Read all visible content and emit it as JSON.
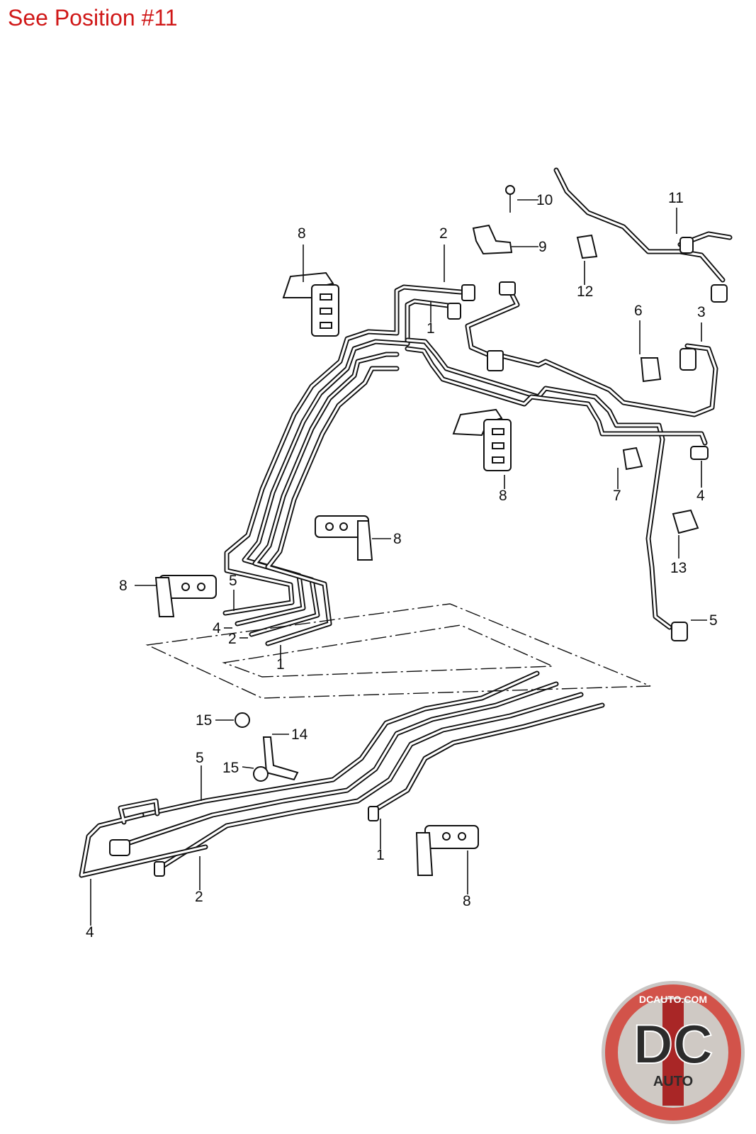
{
  "caption": "See Position #11",
  "callouts": {
    "c1a": "1",
    "c1b": "1",
    "c1c": "1",
    "c2a": "2",
    "c2b": "2",
    "c2c": "2",
    "c3": "3",
    "c4a": "4",
    "c4b": "4",
    "c4c": "4",
    "c5a": "5",
    "c5b": "5",
    "c5c": "5",
    "c6": "6",
    "c7": "7",
    "c8a": "8",
    "c8b": "8",
    "c8c": "8",
    "c8d": "8",
    "c8e": "8",
    "c9": "9",
    "c10": "10",
    "c11": "11",
    "c12": "12",
    "c13": "13",
    "c14": "14",
    "c15a": "15",
    "c15b": "15"
  },
  "logo": {
    "domain": "DCAUTO.COM",
    "mark": "DC",
    "sub": "AUTO",
    "ring_color": "#d2534a"
  }
}
